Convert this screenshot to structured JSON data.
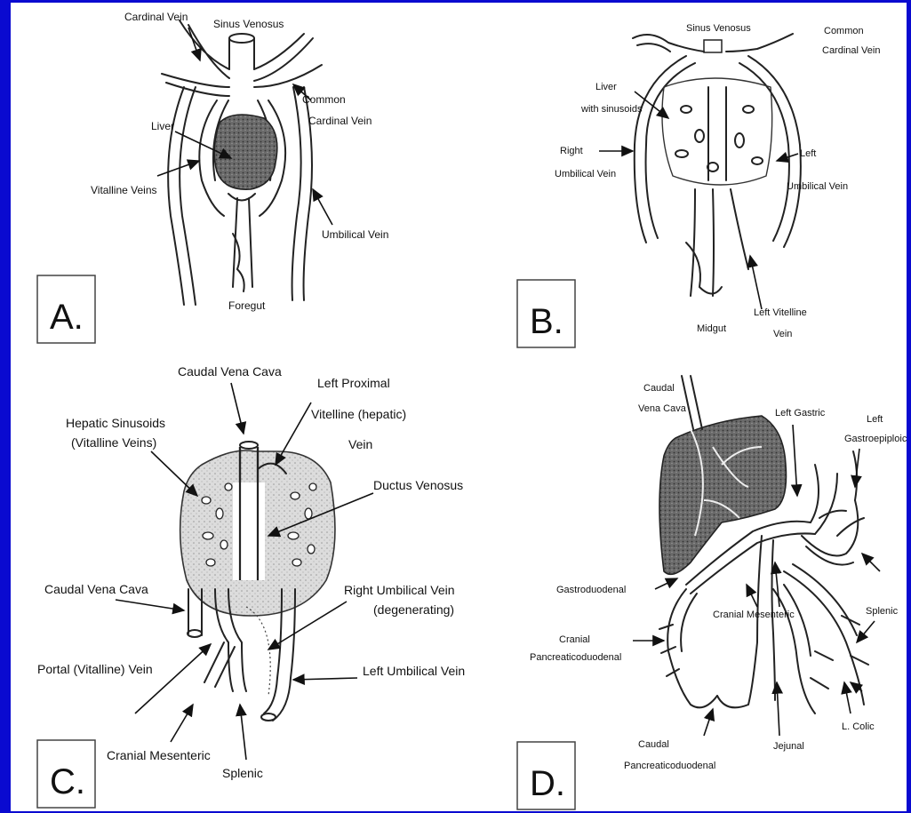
{
  "panels": [
    {
      "letter": "A.",
      "labels": [
        "Cardinal Vein",
        "Sinus Venosus",
        "Common",
        "Cardinal Vein",
        "Liver",
        "Vitalline Veins",
        "Umbilical Vein",
        "Foregut"
      ]
    },
    {
      "letter": "B.",
      "labels": [
        "Sinus Venosus",
        "Common",
        "Cardinal Vein",
        "Liver",
        "with sinusoids",
        "Right",
        "Umbilical Vein",
        "Left",
        "Umbilical Vein",
        "Midgut",
        "Left Vitelline",
        "Vein"
      ]
    },
    {
      "letter": "C.",
      "labels": [
        "Caudal Vena Cava",
        "Left Proximal",
        "Vitelline (hepatic)",
        "Vein",
        "Hepatic Sinusoids",
        "(Vitalline Veins)",
        "Ductus Venosus",
        "Caudal Vena Cava",
        "Right Umbilical Vein",
        "(degenerating)",
        "Portal (Vitalline) Vein",
        "Left Umbilical Vein",
        "Cranial Mesenteric",
        "Splenic"
      ]
    },
    {
      "letter": "D.",
      "labels": [
        "Caudal",
        "Vena Cava",
        "Left Gastric",
        "Left",
        "Gastroepiploic",
        "Gastroduodenal",
        "Cranial Mesenteric",
        "Splenic",
        "Cranial",
        "Pancreaticoduodenal",
        "Caudal",
        "Pancreaticoduodenal",
        "Jejunal",
        "L. Colic"
      ]
    }
  ],
  "colors": {
    "background": "#0a0ad0",
    "frame": "#ffffff",
    "ink": "#222222",
    "liver_fill": "#d8d8d8",
    "liver_dark": "#555555"
  }
}
